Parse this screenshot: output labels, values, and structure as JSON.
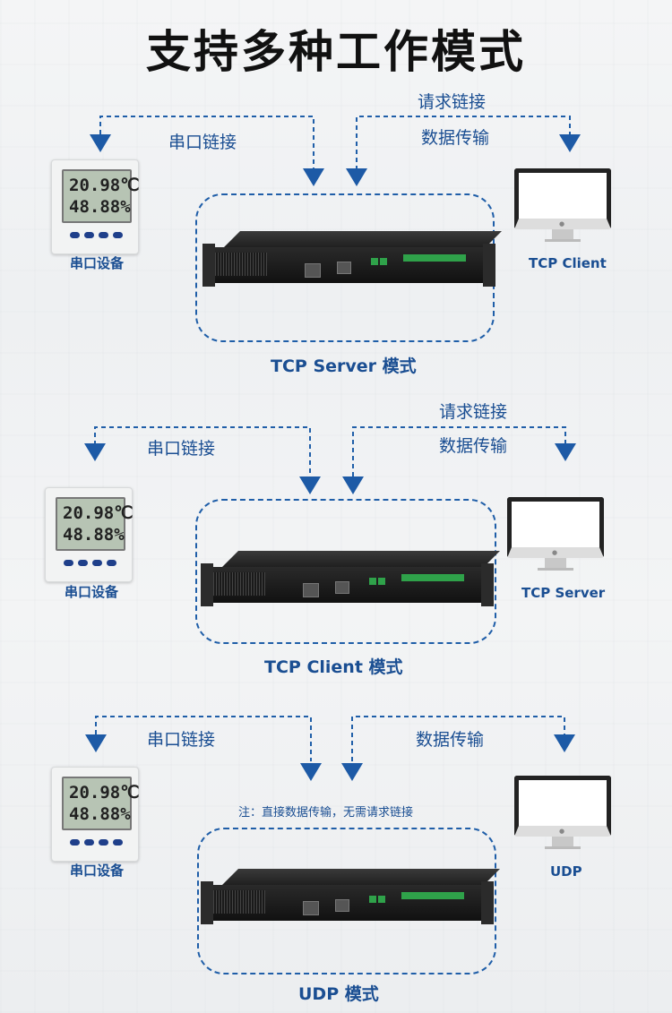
{
  "title": "支持多种工作模式",
  "sections": [
    {
      "serial_link": "串口链接",
      "request_link": "请求链接",
      "data_transfer": "数据传输",
      "serial_device": "串口设备",
      "client_label": "TCP Client",
      "mode_label": "TCP Server 模式",
      "meter_row1": "20.98℃",
      "meter_row2": "48.88%"
    },
    {
      "serial_link": "串口链接",
      "request_link": "请求链接",
      "data_transfer": "数据传输",
      "serial_device": "串口设备",
      "client_label": "TCP Server",
      "mode_label": "TCP Client 模式",
      "meter_row1": "20.98℃",
      "meter_row2": "48.88%"
    },
    {
      "serial_link": "串口链接",
      "data_transfer": "数据传输",
      "note": "注：直接数据传输，无需请求链接",
      "serial_device": "串口设备",
      "client_label": "UDP",
      "mode_label": "UDP 模式",
      "meter_row1": "20.98℃",
      "meter_row2": "48.88%"
    }
  ],
  "colors": {
    "accent": "#1f5ea8",
    "text_blue": "#1a4e92",
    "arrow": "#1d5aa6"
  },
  "icons": [
    "serial-meter-icon",
    "monitor-icon",
    "rack-server-icon",
    "arrow-down-icon"
  ]
}
